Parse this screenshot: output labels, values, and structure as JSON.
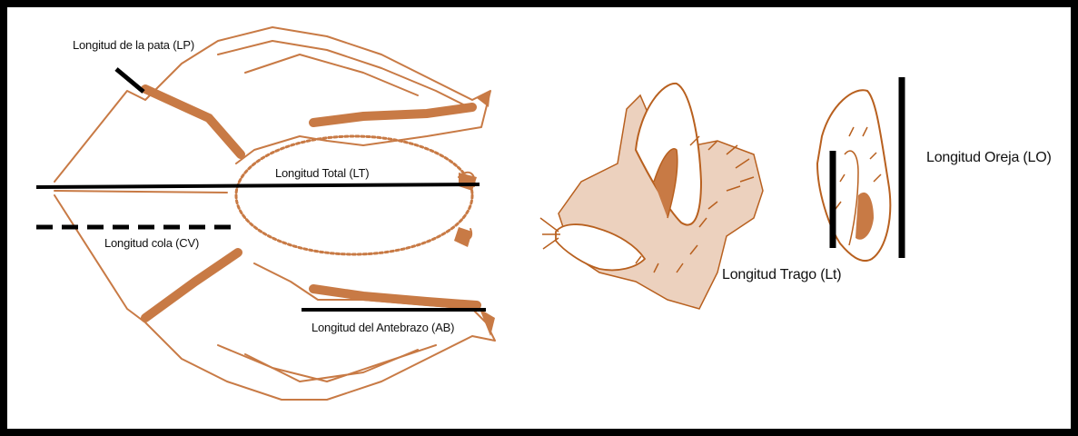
{
  "colors": {
    "anatomy": "#c87a45",
    "anatomy_dark": "#b8601f",
    "measure_line": "#000000",
    "frame": "#000000",
    "background": "#ffffff"
  },
  "labels": {
    "leg_length": "Longitud de la pata (LP)",
    "total_length": "Longitud Total (LT)",
    "tail_length": "Longitud cola (CV)",
    "forearm_length": "Longitud del Antebrazo (AB)",
    "ear_length": "Longitud Oreja (LO)",
    "tragus_length": "Longitud Trago (Lt)"
  }
}
